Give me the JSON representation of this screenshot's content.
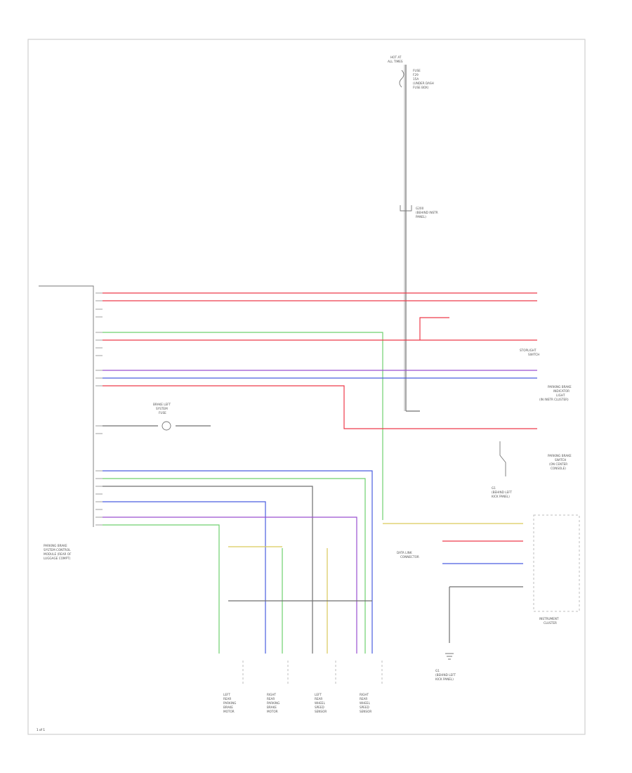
{
  "colors": {
    "red": "#ee3a4a",
    "pink": "#f07080",
    "blue": "#4a5de0",
    "violet": "#9a4fd0",
    "green": "#6fd06f",
    "yellow": "#d9c95a",
    "gray": "#6f6f6f",
    "frame": "#cfcfcf"
  },
  "labels": {
    "module_main": [
      "PARKING BRAKE",
      "SYSTEM CONTROL",
      "MODULE (REAR OF",
      "LUGGAGE COMPT)"
    ],
    "fuse_top": [
      "HOT AT",
      "ALL TIMES"
    ],
    "fuse_box": [
      "FUSE",
      "F29",
      "15A",
      "(UNDER DASH",
      "FUSE BOX)"
    ],
    "connector_mid": [
      "G200",
      "(BEHIND INSTR",
      "PANEL)"
    ],
    "canbus": [
      "PARKING BRAKE",
      "INDICATOR",
      "LIGHT",
      "(IN INSTR CLUSTER)"
    ],
    "ground_right": [
      "G1",
      "(BEHIND LEFT",
      "KICK PANEL)"
    ],
    "right_module": [
      "PARKING BRAKE",
      "SWITCH",
      "(ON CENTER",
      "CONSOLE)"
    ],
    "stoplight": [
      "STOPLIGHT",
      "SWITCH"
    ],
    "connector_left": [
      "BRAKE LEFT",
      "SYSTEM",
      "FUSE"
    ],
    "diag": [
      "DATA LINK",
      "CONNECTOR"
    ],
    "instrument": [
      "INSTRUMENT",
      "CLUSTER"
    ],
    "bottom_ground": [
      "G1",
      "(BEHIND LEFT",
      "KICK PANEL)"
    ],
    "motors": [
      [
        "LEFT",
        "REAR",
        "PARKING",
        "BRAKE",
        "MOTOR"
      ],
      [
        "RIGHT",
        "REAR",
        "PARKING",
        "BRAKE",
        "MOTOR"
      ],
      [
        "LEFT",
        "REAR",
        "WHEEL",
        "SPEED",
        "SENSOR"
      ],
      [
        "RIGHT",
        "REAR",
        "WHEEL",
        "SPEED",
        "SENSOR"
      ]
    ],
    "page_number": "1 of 1"
  }
}
